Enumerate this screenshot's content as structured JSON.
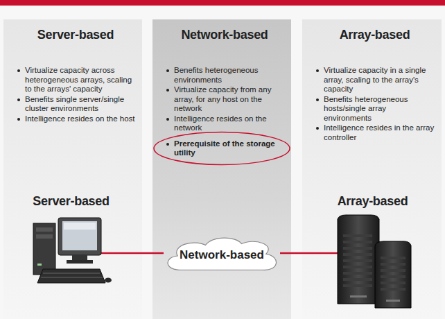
{
  "diagram": {
    "nodes": [
      {
        "text": [
          "Server-based",
          "Virtualize capacity across heterogeneous arrays, scaling to the arrays' capacity",
          "Benefits single server/single cluster environments",
          "Intelligence resides on the host"
        ]
      },
      {
        "text": [
          "Network-based",
          "Benefits heterogeneous environments",
          "Virtualize capacity from any array, for any host on the network",
          "Intelligence resides on the network",
          "Prerequisite of the storage utility"
        ]
      },
      {
        "text": [
          "Array-based",
          "Virtualize capacity in a single array, scaling to the array's capacity",
          "Benefits heterogeneous hosts/single array environments",
          "Intelligence resides in the array controller"
        ]
      },
      {
        "text": [
          "Server-based"
        ],
        "in": 0
      },
      {
        "text": [
          "Network-based"
        ],
        "in": 1
      },
      {
        "text": [
          "Array-based"
        ],
        "in": 2
      }
    ],
    "edges": [
      {
        "from": 3,
        "to": 4,
        "arrow": "none"
      },
      {
        "from": 4,
        "to": 5,
        "arrow": "none"
      }
    ]
  }
}
